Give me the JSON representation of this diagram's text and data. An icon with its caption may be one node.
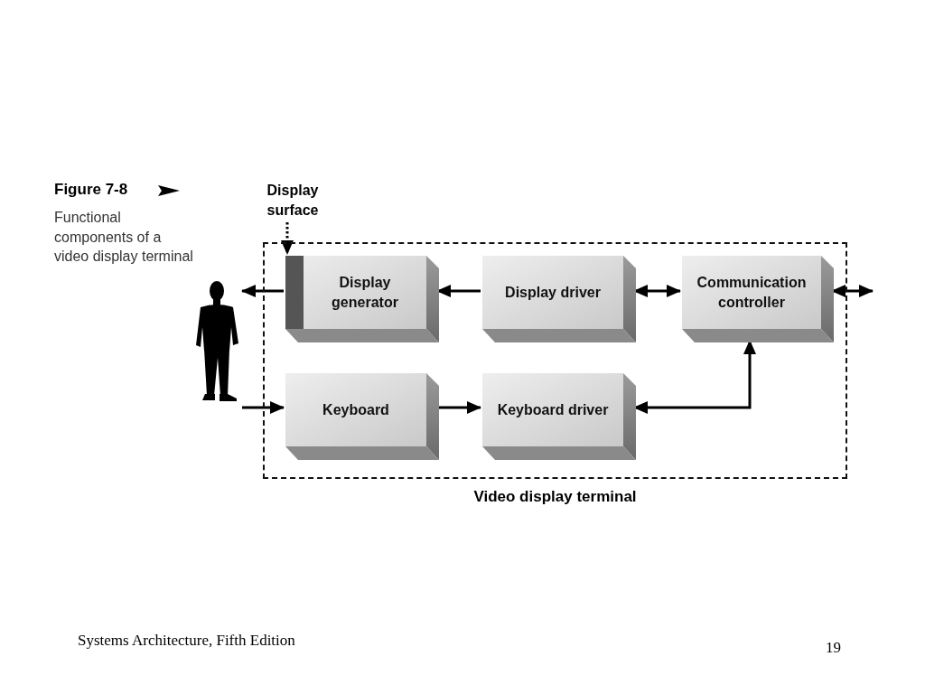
{
  "diagram": {
    "nodes": [
      {
        "text": [
          "Video display terminal"
        ]
      },
      {
        "text": [
          "Display generator"
        ],
        "in": 0
      },
      {
        "text": [],
        "shape": "bar",
        "in": 1
      },
      {
        "text": [
          "Display driver"
        ],
        "in": 0
      },
      {
        "text": [
          "Communication controller"
        ],
        "in": 0
      },
      {
        "text": [],
        "shape": "person"
      },
      {
        "text": [
          "Keyboard"
        ],
        "in": 0
      },
      {
        "text": [
          "Keyboard driver"
        ],
        "in": 0
      },
      {
        "text": [
          "Display surface"
        ]
      }
    ],
    "edges": [
      {
        "from": 3,
        "to": 1,
        "arrow": "to"
      },
      {
        "from": 1,
        "to": 5,
        "arrow": "to"
      },
      {
        "from": 3,
        "to": 4,
        "arrow": "both"
      },
      {
        "from": 4,
        "to": null,
        "arrow": "both"
      },
      {
        "from": 5,
        "to": 6,
        "arrow": "to"
      },
      {
        "from": 6,
        "to": 7,
        "arrow": "to"
      },
      {
        "from": 7,
        "to": 4,
        "arrow": "both"
      },
      {
        "from": 8,
        "to": 2,
        "arrow": "to",
        "style": "dashed"
      }
    ],
    "labels": [
      "Figure 7-8",
      "Functional components of a video display terminal",
      "Systems Architecture, Fifth Edition",
      "19"
    ]
  }
}
